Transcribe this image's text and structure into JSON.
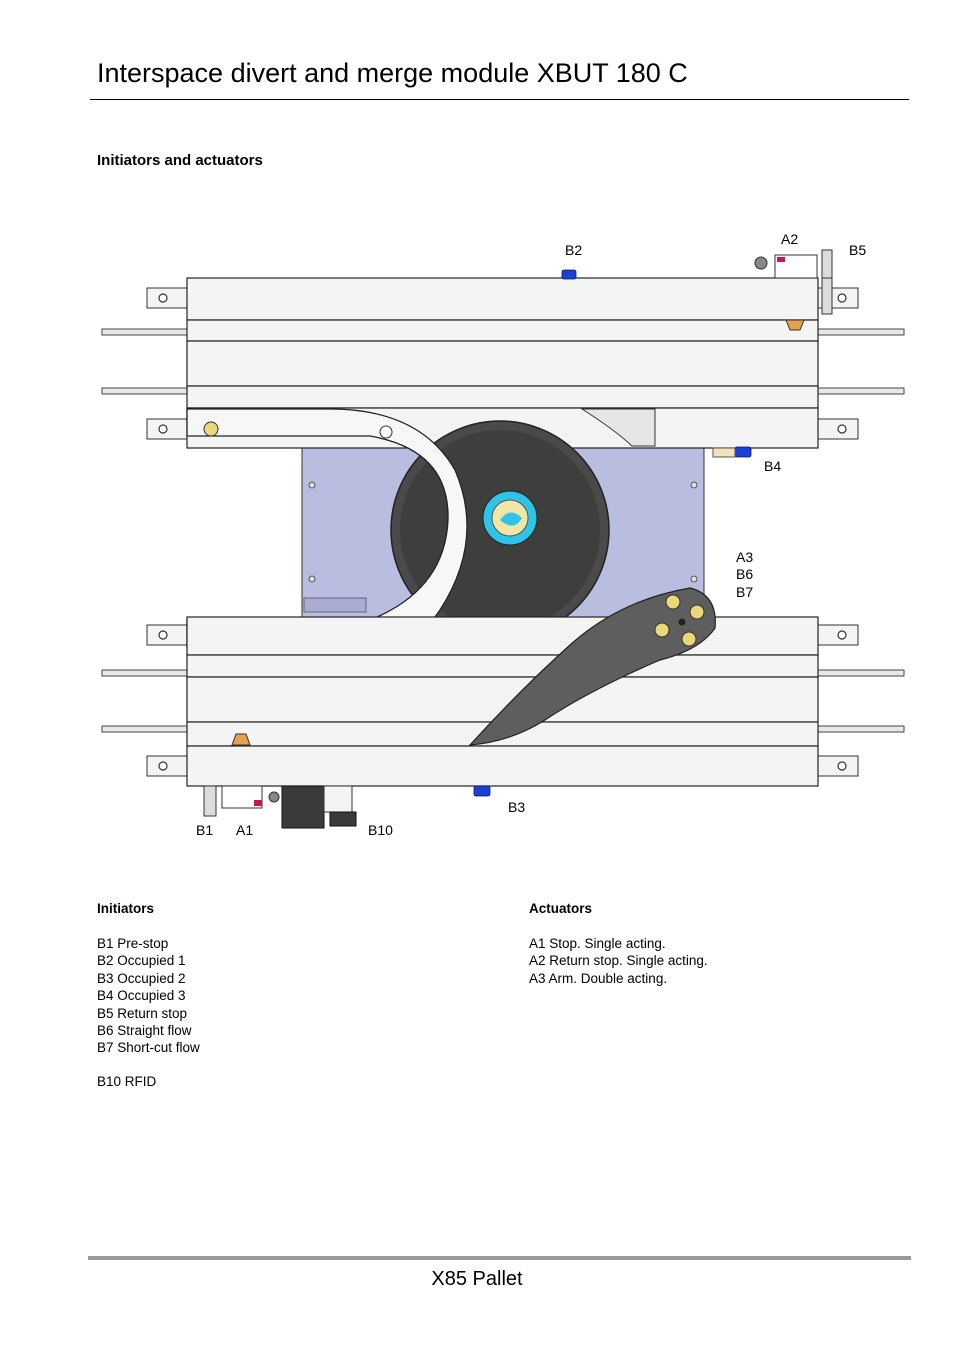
{
  "header": {
    "title": "Interspace divert and merge module XBUT 180 C"
  },
  "section": {
    "heading": "Initiators and actuators"
  },
  "drawing_labels": {
    "B2": "B2",
    "A2": "A2",
    "B5": "B5",
    "B4": "B4",
    "A3": "A3",
    "B6": "B6",
    "B7": "B7",
    "B3": "B3",
    "B1": "B1",
    "A1": "A1",
    "B10": "B10"
  },
  "initiators": {
    "heading": "Initiators",
    "items": [
      "B1 Pre-stop",
      "B2 Occupied 1",
      "B3 Occupied 2",
      "B4 Occupied 3",
      "B5 Return stop",
      "B6 Straight flow",
      "B7 Short-cut flow"
    ],
    "extra": "B10 RFID"
  },
  "actuators": {
    "heading": "Actuators",
    "items": [
      "A1 Stop. Single acting.",
      "A2 Return stop. Single acting.",
      "A3 Arm. Double acting."
    ]
  },
  "footer": {
    "text": "X85 Pallet"
  },
  "colors": {
    "metal_light": "#f4f4f4",
    "plate_blue": "#b9bde0",
    "disc_dark": "#4a4a4a",
    "arm_grey": "#5e5e5e",
    "sensor_blue": "#1c3fd6",
    "stop_orange": "#e8a04a",
    "hub_cyan": "#2ec4e8"
  }
}
